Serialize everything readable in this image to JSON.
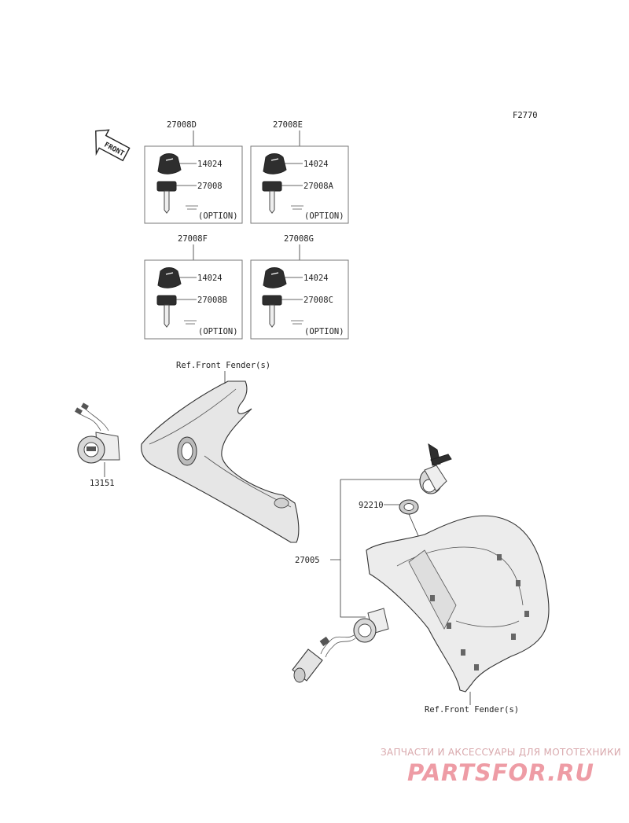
{
  "figure_code": "F2770",
  "front_label": "FRONT",
  "key_sets": [
    {
      "set": "27008D",
      "cover": "14024",
      "key": "27008",
      "option": "(OPTION)"
    },
    {
      "set": "27008E",
      "cover": "14024",
      "key": "27008A",
      "option": "(OPTION)"
    },
    {
      "set": "27008F",
      "cover": "14024",
      "key": "27008B",
      "option": "(OPTION)"
    },
    {
      "set": "27008G",
      "cover": "14024",
      "key": "27008C",
      "option": "(OPTION)"
    }
  ],
  "parts": {
    "ref_top": "Ref.Front Fender(s)",
    "switch_13151": "13151",
    "nut_92210": "92210",
    "assembly_27005": "27005",
    "ref_bottom": "Ref.Front Fender(s)"
  },
  "watermark": {
    "tagline": "ЗАПЧАСТИ И АКСЕССУАРЫ ДЛЯ МОТОТЕХНИКИ",
    "logo": "PARTSFOR.RU"
  },
  "colors": {
    "ink": "#222222",
    "watermark": "#ee9ca5"
  }
}
